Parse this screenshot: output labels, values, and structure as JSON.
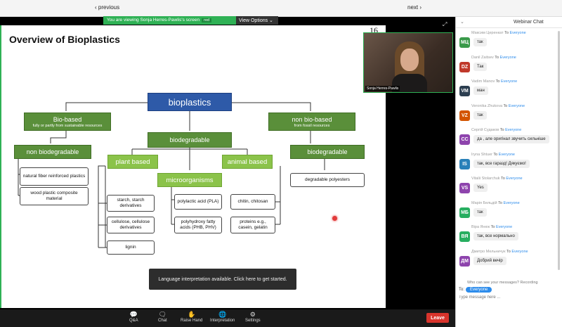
{
  "nav": {
    "prev": "‹ previous",
    "next": "next ›"
  },
  "banner": {
    "text": "You are viewing Sonja Herres-Pawlis's screen",
    "badge": "red",
    "view_options": "View Options ⌄"
  },
  "slide": {
    "title": "Overview of Bioplastics",
    "page_number": "16",
    "nodes": {
      "root": "bioplastics",
      "bio_based": "Bio-based",
      "bio_based_sub": "fully or partly from sustainable resources",
      "non_bio_based": "non bio-based",
      "non_bio_based_sub": "from fossil resources",
      "non_biodegradable": "non biodegradable",
      "biodegradable_center": "biodegradable",
      "biodegradable_right": "biodegradable",
      "plant_based": "plant based",
      "animal_based": "animal based",
      "microorganisms": "microorganisms",
      "natural_fiber": "natural fiber reinforced plastics",
      "wood_plastic": "wood plastic composite material",
      "starch": "starch, starch derivatives",
      "cellulose": "cellulose, cellulose derivatives",
      "lignin": "lignin",
      "pla": "polylactic acid (PLA)",
      "pha": "polyhydroxy fatty acids (PHB, PHV)",
      "chitin": "chitin, chitosan",
      "proteins": "proteins e.g., casein, gelatin",
      "degradable_polyesters": "degradable polyesters"
    }
  },
  "toast": "Language interpretation available. Click here to get started.",
  "video": {
    "name": "Sonja Herres-Pawlis"
  },
  "toolbar": [
    {
      "icon": "💬",
      "label": "Q&A"
    },
    {
      "icon": "🗨",
      "label": "Chat"
    },
    {
      "icon": "✋",
      "label": "Raise Hand"
    },
    {
      "icon": "🌐",
      "label": "Interpretation"
    },
    {
      "icon": "⚙",
      "label": "Settings"
    }
  ],
  "leave": "Leave",
  "chat": {
    "title": "Webinar Chat",
    "to_word": "To",
    "everyone": "Everyone",
    "messages": [
      {
        "sender": "Максим Церенкат",
        "initials": "МЦ",
        "color": "#3a9a4a",
        "text": "так"
      },
      {
        "sender": "Danil Zaitsev",
        "initials": "DZ",
        "color": "#c0392b",
        "text": "Так"
      },
      {
        "sender": "Vadim Manov",
        "initials": "VM",
        "color": "#2c3e50",
        "text": "ман"
      },
      {
        "sender": "Veronika Zhukova",
        "initials": "VZ",
        "color": "#d35400",
        "text": "так"
      },
      {
        "sender": "Сергій Судаков",
        "initials": "СС",
        "color": "#8e44ad",
        "text": "да , але оригінал звучить сильніше"
      },
      {
        "sender": "Iryna Shtuer",
        "initials": "IS",
        "color": "#2980b9",
        "text": "так, все гаразд! Дякуємо!"
      },
      {
        "sender": "Vitalii Stolarchuk",
        "initials": "VS",
        "color": "#8e44ad",
        "text": "Yes"
      },
      {
        "sender": "Марія Бельдій",
        "initials": "МБ",
        "color": "#27ae60",
        "text": "так"
      },
      {
        "sender": "Віра Янюк",
        "initials": "ВЯ",
        "color": "#27ae60",
        "text": "так, все нормально"
      },
      {
        "sender": "Дмитро Мельничук",
        "initials": "ДМ",
        "color": "#8e44ad",
        "text": "Добрий вечір"
      }
    ],
    "who_can_see": "Who can see your messages? Recording",
    "to_label": "To:",
    "placeholder": "Type message here ..."
  }
}
